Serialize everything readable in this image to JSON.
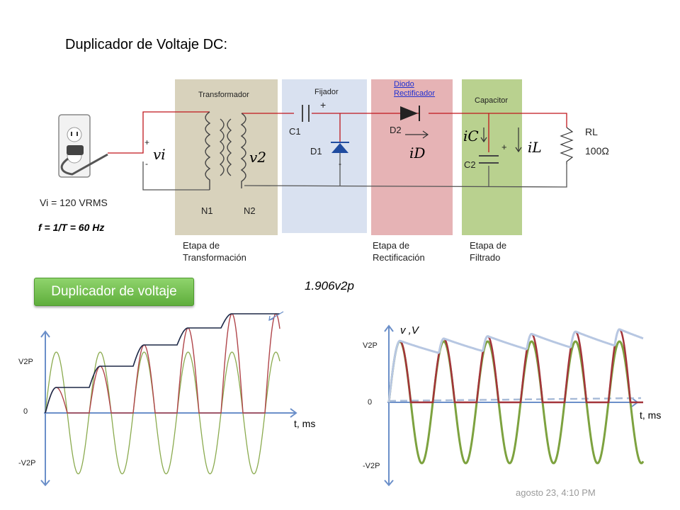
{
  "title": "Duplicador de Voltaje DC:",
  "circuit": {
    "transformer_label": "Transformador",
    "clamp_label": "Fijador",
    "diode_label": "Diodo Rectificador",
    "capacitor_label": "Capacitor",
    "c1": "C1",
    "d1": "D1",
    "d2": "D2",
    "c2": "C2",
    "rl": "RL",
    "rl_value": "100Ω",
    "vi": "vi",
    "v2": "v2",
    "iD": "iD",
    "iC": "iC",
    "iL": "iL",
    "n1": "N1",
    "n2": "N2",
    "plus": "+",
    "minus": "-",
    "vi_rms": "Vi = 120 VRMS",
    "freq_formula": "f = 1/T = 60 Hz"
  },
  "stages": {
    "transform": "Etapa de Transformación",
    "rectify": "Etapa de Rectificación",
    "filter": "Etapa de Filtrado"
  },
  "button_label": "Duplicador de voltaje",
  "annotation": "1.906v2p",
  "left_plot": {
    "y_top": "V2P",
    "y_zero": "0",
    "y_bottom": "-V2P",
    "x_label": "t, ms"
  },
  "right_plot": {
    "y_label": "v ,V",
    "y_top": "V2P",
    "y_zero": "0",
    "y_bottom": "-V2P",
    "x_label": "t, ms"
  },
  "footer": "agosto 23, 4:10 PM",
  "colors": {
    "transformer_panel": "#d8d2bc",
    "clamp_panel": "#d9e1f0",
    "diode_panel": "#e6b3b5",
    "filter_panel": "#b9d18f",
    "wire": "#c0161c",
    "sine": "#8aaa4e",
    "output": "#b0454a",
    "envelope": "#1d2847",
    "ripple": "#a9bcd8",
    "button": "#6abf45"
  }
}
